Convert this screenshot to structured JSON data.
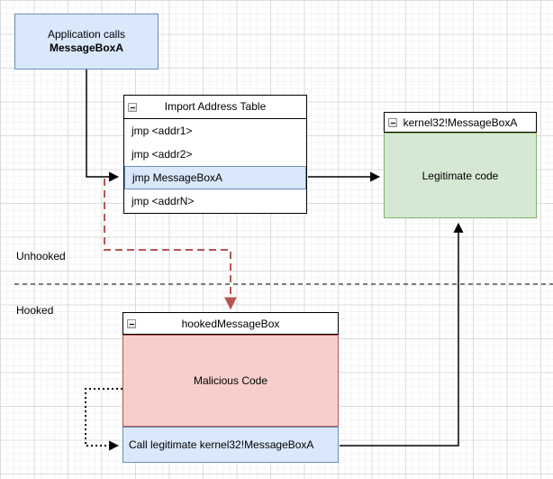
{
  "diagram": {
    "app_box": {
      "line1": "Application calls",
      "line2": "MessageBoxA"
    },
    "iat_table": {
      "title": "Import Address Table",
      "rows": [
        {
          "label": "jmp <addr1>",
          "highlighted": false
        },
        {
          "label": "jmp <addr2>",
          "highlighted": false
        },
        {
          "label": "jmp MessageBoxA",
          "highlighted": true
        },
        {
          "label": "jmp <addrN>",
          "highlighted": false
        }
      ]
    },
    "kernel_box": {
      "title": "kernel32!MessageBoxA",
      "body": "Legitimate code"
    },
    "hooked_box": {
      "title": "hookedMessageBox",
      "body": "Malicious Code",
      "footer": "Call legitimate kernel32!MessageBoxA"
    },
    "labels": {
      "unhooked": "Unhooked",
      "hooked": "Hooked"
    },
    "icons": {
      "collapse": "collapse-icon (minus in square)"
    },
    "colors": {
      "blue_fill": "#dae8fc",
      "blue_border": "#6c8ebf",
      "green_fill": "#d5e8d4",
      "green_border": "#82b366",
      "red_fill": "#f8cecc",
      "red_border": "#b85450",
      "arrow_black": "#000000",
      "arrow_red_dashed": "#b85450"
    }
  }
}
